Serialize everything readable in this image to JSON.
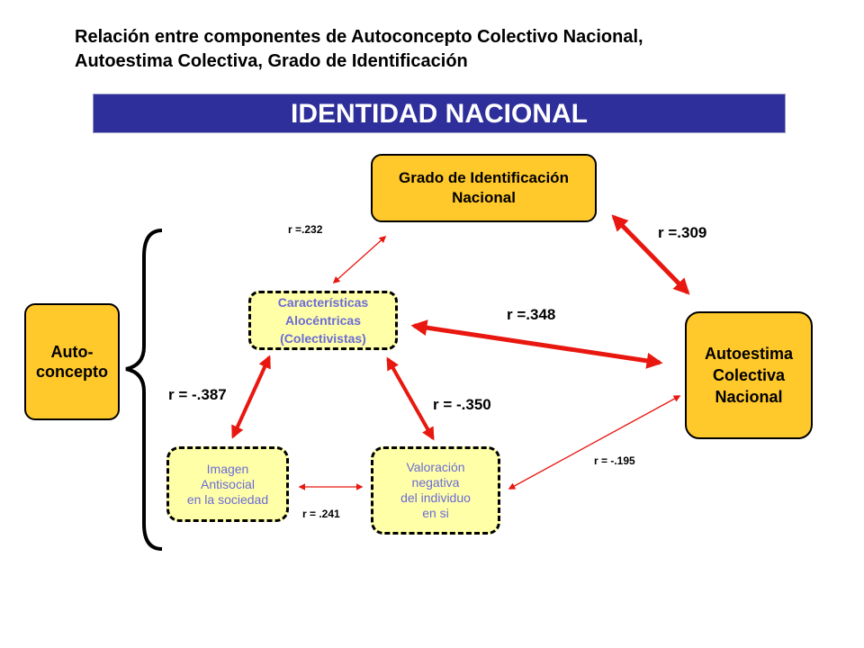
{
  "title_lines": [
    "Relación entre componentes de Autoconcepto Colectivo Nacional,",
    "Autoestima Colectiva, Grado de Identificación"
  ],
  "banner": "IDENTIDAD NACIONAL",
  "nodes": {
    "grado": [
      "Grado de Identificación",
      "Nacional"
    ],
    "autoconcepto": [
      "Auto-",
      "concepto"
    ],
    "autoestima": [
      "Autoestima",
      "Colectiva",
      "Nacional"
    ],
    "caracteristicas": [
      "Características",
      "Alocéntricas",
      "(Colectivistas)"
    ],
    "imagen": [
      "Imagen",
      "Antisocial",
      "en la sociedad"
    ],
    "valoracion": [
      "Valoración",
      "negativa",
      "del individuo",
      "en si"
    ]
  },
  "correlations": {
    "car_grado": "r =.232",
    "grado_autoestima": "r =.309",
    "car_autoestima": "r =.348",
    "imagen_car": "r = -.387",
    "valoracion_car": "r = -.350",
    "imagen_valoracion": "r = .241",
    "valoracion_autoestima": "r = -.195"
  },
  "colors": {
    "arrow": "#e8170f",
    "banner": "#2e2f9a",
    "solid_box": "#ffc82b",
    "dashed_box": "#ffffa8",
    "dashed_text": "#6b6bd6"
  }
}
